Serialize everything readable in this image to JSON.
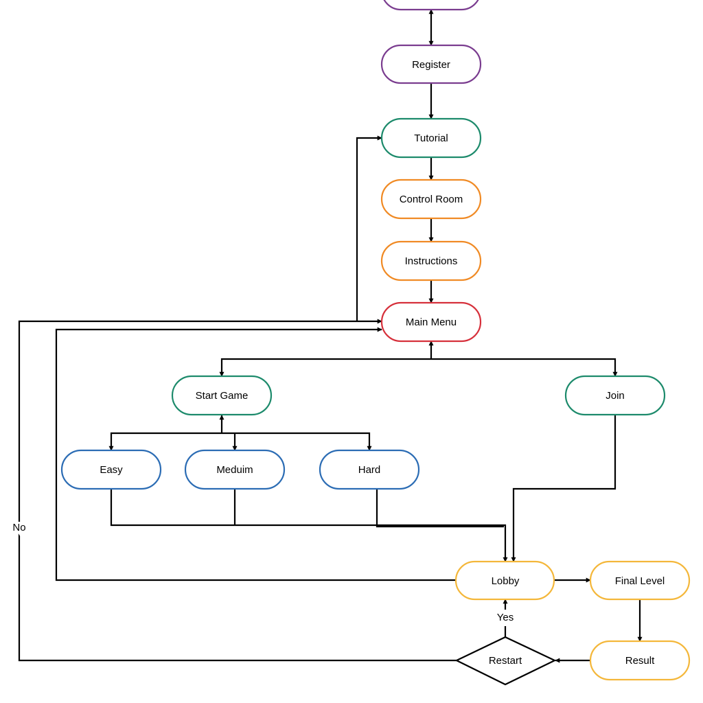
{
  "colors": {
    "purple": "#7a3c8f",
    "green": "#1c8a6b",
    "orange": "#f08a24",
    "red": "#d6303b",
    "blue": "#2b6cb4",
    "yellow": "#f4b73a",
    "line": "#000000"
  },
  "nodes": {
    "top": {
      "label": "",
      "color": "purple"
    },
    "register": {
      "label": "Register",
      "color": "purple"
    },
    "tutorial": {
      "label": "Tutorial",
      "color": "green"
    },
    "control_room": {
      "label": "Control Room",
      "color": "orange"
    },
    "instructions": {
      "label": "Instructions",
      "color": "orange"
    },
    "main_menu": {
      "label": "Main Menu",
      "color": "red"
    },
    "start_game": {
      "label": "Start Game",
      "color": "green"
    },
    "join": {
      "label": "Join",
      "color": "green"
    },
    "easy": {
      "label": "Easy",
      "color": "blue"
    },
    "medium": {
      "label": "Meduim",
      "color": "blue"
    },
    "hard": {
      "label": "Hard",
      "color": "blue"
    },
    "lobby": {
      "label": "Lobby",
      "color": "yellow"
    },
    "final_level": {
      "label": "Final Level",
      "color": "yellow"
    },
    "result": {
      "label": "Result",
      "color": "yellow"
    },
    "restart": {
      "label": "Restart",
      "color": "line"
    }
  },
  "edge_labels": {
    "yes": "Yes",
    "no": "No"
  }
}
